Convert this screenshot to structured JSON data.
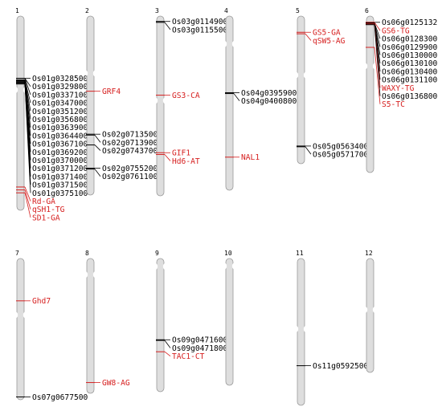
{
  "colors": {
    "gene": "#000000",
    "qtl": "#d62020",
    "chromosome": "#dedede",
    "outline": "#9a9a9a"
  },
  "chromosomes": [
    {
      "id": "1",
      "centromere": 0.38,
      "markers": [
        {
          "label": "Os01g0328500",
          "pos": 0.3205,
          "type": "gene"
        },
        {
          "label": "Os01g0329800",
          "pos": 0.3205,
          "type": "gene"
        },
        {
          "label": "Os01g0337100",
          "pos": 0.3205,
          "type": "gene"
        },
        {
          "label": "Os01g0347000",
          "pos": 0.33,
          "type": "gene"
        },
        {
          "label": "Os01g0351200",
          "pos": 0.33,
          "type": "gene"
        },
        {
          "label": "Os01g0356800",
          "pos": 0.33,
          "type": "gene"
        },
        {
          "label": "Os01g0363900",
          "pos": 0.335,
          "type": "gene"
        },
        {
          "label": "Os01g0364400",
          "pos": 0.335,
          "type": "gene"
        },
        {
          "label": "Os01g0367100",
          "pos": 0.335,
          "type": "gene"
        },
        {
          "label": "Os01g0369200",
          "pos": 0.34,
          "type": "gene"
        },
        {
          "label": "Os01g0370000",
          "pos": 0.34,
          "type": "gene"
        },
        {
          "label": "Os01g0371200",
          "pos": 0.345,
          "type": "gene"
        },
        {
          "label": "Os01g0371400",
          "pos": 0.345,
          "type": "gene"
        },
        {
          "label": "Os01g0371500",
          "pos": 0.345,
          "type": "gene"
        },
        {
          "label": "Os01g0375100",
          "pos": 0.35,
          "type": "gene"
        },
        {
          "label": "Rd-GA",
          "pos": 0.88,
          "type": "qtl"
        },
        {
          "label": "qSH1-TG",
          "pos": 0.895,
          "type": "qtl"
        },
        {
          "label": "SD1-GA",
          "pos": 0.91,
          "type": "qtl"
        }
      ]
    },
    {
      "id": "2",
      "centromere": 0.32,
      "markers": [
        {
          "label": "GRF4",
          "pos": 0.42,
          "type": "qtl"
        },
        {
          "label": "Os02g0713500",
          "pos": 0.66,
          "type": "gene"
        },
        {
          "label": "Os02g0713900",
          "pos": 0.665,
          "type": "gene"
        },
        {
          "label": "Os02g0743700",
          "pos": 0.72,
          "type": "gene"
        },
        {
          "label": "Os02g0755200",
          "pos": 0.85,
          "type": "gene"
        },
        {
          "label": "Os02g0761100",
          "pos": 0.855,
          "type": "gene"
        }
      ]
    },
    {
      "id": "3",
      "centromere": 0.47,
      "markers": [
        {
          "label": "Os03g0114900",
          "pos": 0.03,
          "type": "gene"
        },
        {
          "label": "Os03g0115500",
          "pos": 0.035,
          "type": "gene"
        },
        {
          "label": "GS3-CA",
          "pos": 0.44,
          "type": "qtl"
        },
        {
          "label": "GIF1",
          "pos": 0.76,
          "type": "qtl"
        },
        {
          "label": "Hd6-AT",
          "pos": 0.77,
          "type": "qtl"
        }
      ]
    },
    {
      "id": "4",
      "centromere": 0.16,
      "markers": [
        {
          "label": "Os04g0395900",
          "pos": 0.44,
          "type": "gene"
        },
        {
          "label": "Os04g0400800",
          "pos": 0.445,
          "type": "gene"
        },
        {
          "label": "NAL1",
          "pos": 0.81,
          "type": "qtl"
        }
      ]
    },
    {
      "id": "5",
      "centromere": 0.4,
      "markers": [
        {
          "label": "GS5-GA",
          "pos": 0.11,
          "type": "qtl"
        },
        {
          "label": "qSW5-AG",
          "pos": 0.12,
          "type": "qtl"
        },
        {
          "label": "Os05g0563400",
          "pos": 0.88,
          "type": "gene"
        },
        {
          "label": "Os05g0571700",
          "pos": 0.885,
          "type": "gene"
        }
      ]
    },
    {
      "id": "6",
      "centromere": 0.32,
      "markers": [
        {
          "label": "Os06g0125132",
          "pos": 0.04,
          "type": "gene"
        },
        {
          "label": "GS6-TG",
          "pos": 0.04,
          "type": "qtl"
        },
        {
          "label": "Os06g0128300",
          "pos": 0.045,
          "type": "gene"
        },
        {
          "label": "Os06g0129900",
          "pos": 0.045,
          "type": "gene"
        },
        {
          "label": "Os06g0130000",
          "pos": 0.045,
          "type": "gene"
        },
        {
          "label": "Os06g0130100",
          "pos": 0.045,
          "type": "gene"
        },
        {
          "label": "Os06g0130400",
          "pos": 0.045,
          "type": "gene"
        },
        {
          "label": "Os06g0131100",
          "pos": 0.05,
          "type": "gene"
        },
        {
          "label": "WAXY-TG",
          "pos": 0.05,
          "type": "qtl"
        },
        {
          "label": "Os06g0136800",
          "pos": 0.055,
          "type": "gene"
        },
        {
          "label": "S5-TC",
          "pos": 0.2,
          "type": "qtl"
        }
      ]
    },
    {
      "id": "7",
      "centromere": 0.4,
      "markers": [
        {
          "label": "Ghd7",
          "pos": 0.3,
          "type": "qtl"
        },
        {
          "label": "Os07g0677500",
          "pos": 0.98,
          "type": "gene"
        }
      ]
    },
    {
      "id": "8",
      "centromere": 0.12,
      "markers": [
        {
          "label": "GW8-AG",
          "pos": 0.92,
          "type": "qtl"
        }
      ]
    },
    {
      "id": "9",
      "centromere": 0.06,
      "markers": [
        {
          "label": "Os09g0471600",
          "pos": 0.61,
          "type": "gene"
        },
        {
          "label": "Os09g0471800",
          "pos": 0.615,
          "type": "gene"
        },
        {
          "label": "TAC1-CT",
          "pos": 0.7,
          "type": "qtl"
        }
      ]
    },
    {
      "id": "10",
      "centromere": 0.06,
      "markers": []
    },
    {
      "id": "11",
      "centromere": 0.48,
      "markers": [
        {
          "label": "Os11g0592500",
          "pos": 0.73,
          "type": "gene"
        }
      ]
    },
    {
      "id": "12",
      "centromere": 0.45,
      "markers": []
    }
  ]
}
